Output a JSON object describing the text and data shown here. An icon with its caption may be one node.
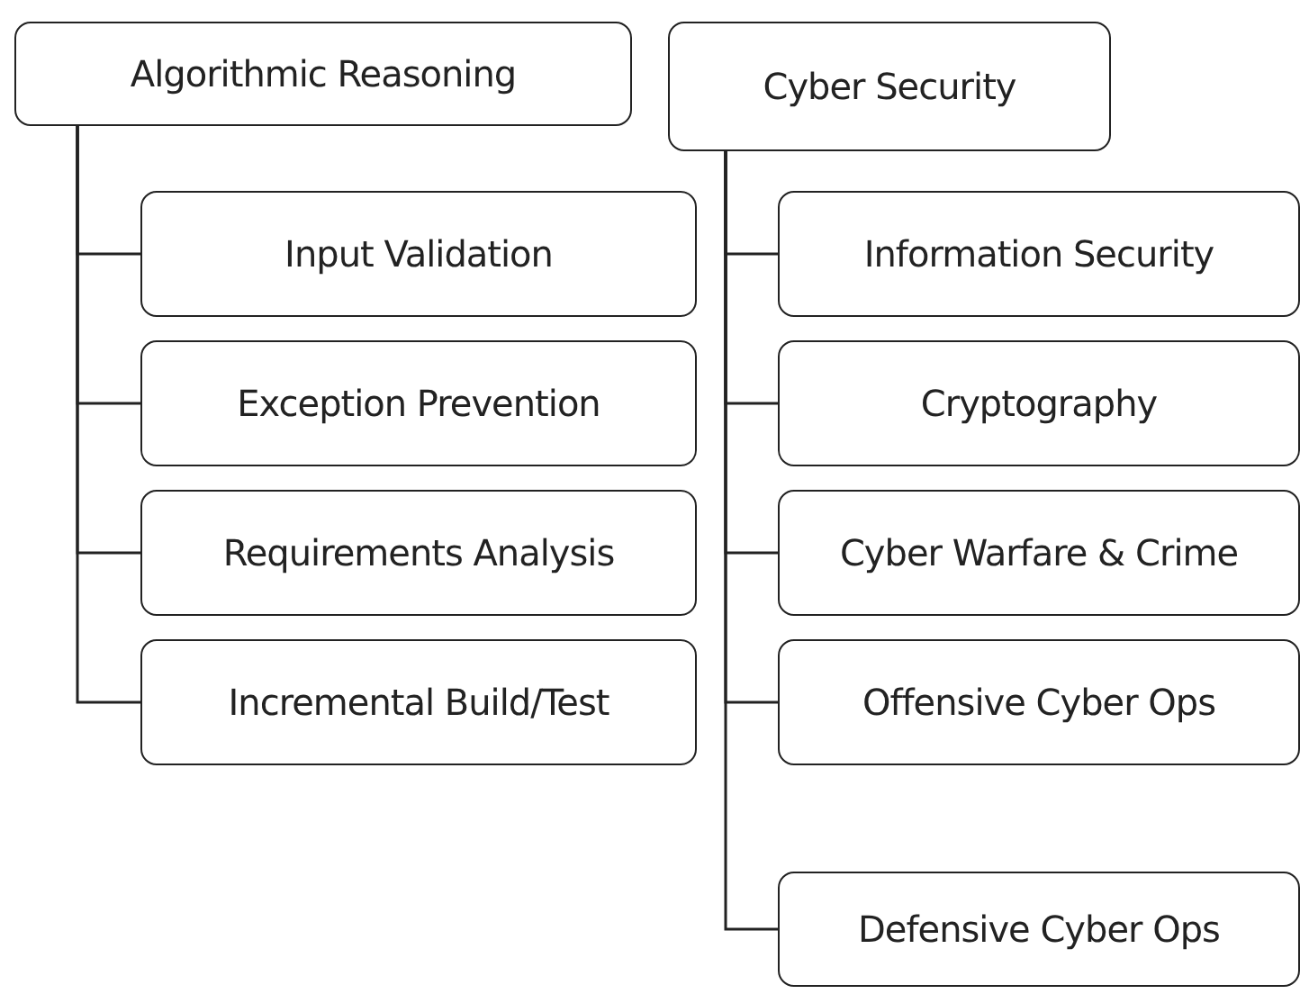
{
  "diagram": {
    "nodes": [
      {
        "text": [
          "Algorithmic Reasoning"
        ]
      },
      {
        "text": [
          "Input Validation"
        ]
      },
      {
        "text": [
          "Exception Prevention"
        ]
      },
      {
        "text": [
          "Requirements Analysis"
        ]
      },
      {
        "text": [
          "Incremental Build/Test"
        ]
      },
      {
        "text": [
          "Cyber Security"
        ]
      },
      {
        "text": [
          "Information Security"
        ]
      },
      {
        "text": [
          "Cryptography"
        ]
      },
      {
        "text": [
          "Cyber Warfare & Crime"
        ]
      },
      {
        "text": [
          "Offensive Cyber Ops"
        ]
      },
      {
        "text": [
          "Defensive Cyber Ops"
        ]
      }
    ],
    "edges": [
      {
        "from": 0,
        "to": 1,
        "arrow": "none"
      },
      {
        "from": 0,
        "to": 2,
        "arrow": "none"
      },
      {
        "from": 0,
        "to": 3,
        "arrow": "none"
      },
      {
        "from": 0,
        "to": 4,
        "arrow": "none"
      },
      {
        "from": 5,
        "to": 6,
        "arrow": "none"
      },
      {
        "from": 5,
        "to": 7,
        "arrow": "none"
      },
      {
        "from": 5,
        "to": 8,
        "arrow": "none"
      },
      {
        "from": 5,
        "to": 9,
        "arrow": "none"
      },
      {
        "from": 5,
        "to": 10,
        "arrow": "none"
      }
    ]
  }
}
